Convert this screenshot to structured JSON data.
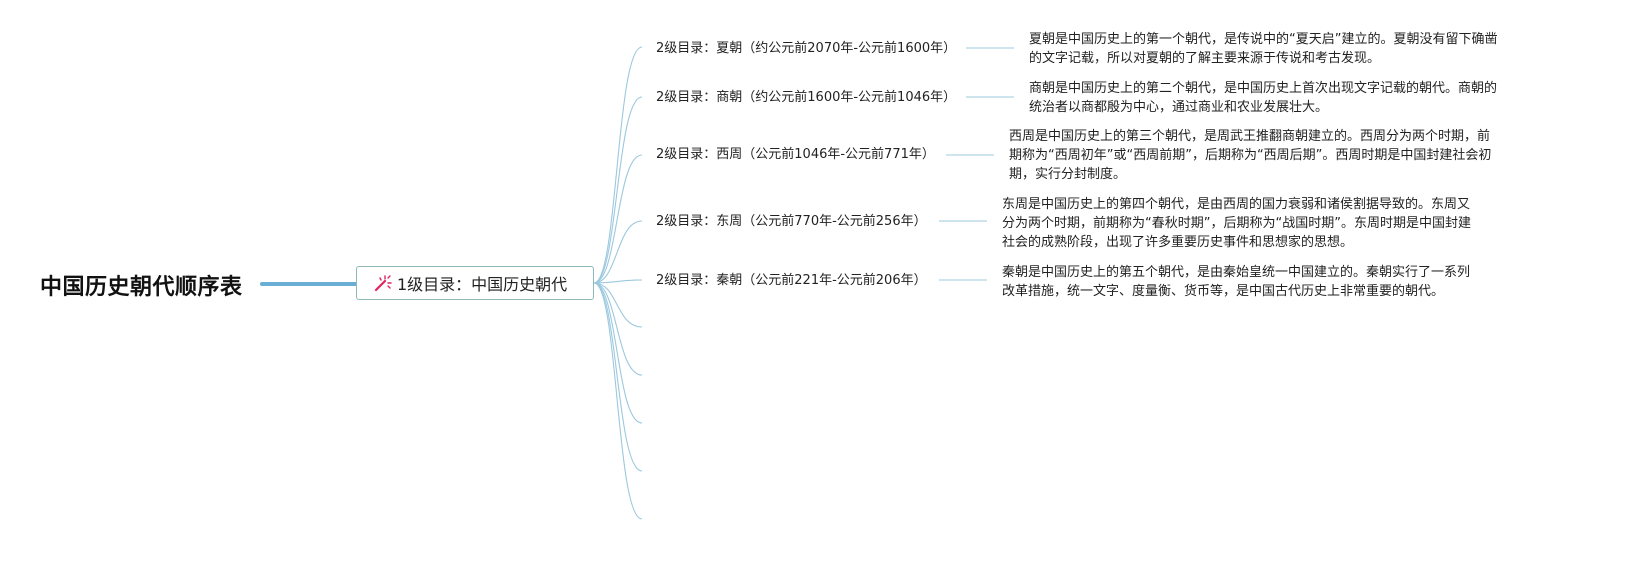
{
  "colors": {
    "root_connector": "#6aaed6",
    "branch_line": "#9cc8de",
    "node_border": "#8fb8b8",
    "wand_accent": "#e0245e"
  },
  "root": {
    "title": "中国历史朝代顺序表"
  },
  "level1": {
    "icon": "magic-wand-icon",
    "label": "1级目录：中国历史朝代"
  },
  "level2": [
    {
      "label": "2级目录：夏朝（约公元前2070年-公元前1600年）",
      "description": "夏朝是中国历史上的第一个朝代，是传说中的“夏天启”建立的。夏朝没有留下确凿的文字记载，所以对夏朝的了解主要来源于传说和考古发现。"
    },
    {
      "label": "2级目录：商朝（约公元前1600年-公元前1046年）",
      "description": "商朝是中国历史上的第二个朝代，是中国历史上首次出现文字记载的朝代。商朝的统治者以商都殷为中心，通过商业和农业发展壮大。"
    },
    {
      "label": "2级目录：西周（公元前1046年-公元前771年）",
      "description": "西周是中国历史上的第三个朝代，是周武王推翻商朝建立的。西周分为两个时期，前期称为“西周初年”或“西周前期”，后期称为“西周后期”。西周时期是中国封建社会初期，实行分封制度。"
    },
    {
      "label": "2级目录：东周（公元前770年-公元前256年）",
      "description": "东周是中国历史上的第四个朝代，是由西周的国力衰弱和诸侯割据导致的。东周又分为两个时期，前期称为“春秋时期”，后期称为“战国时期”。东周时期是中国封建社会的成熟阶段，出现了许多重要历史事件和思想家的思想。"
    },
    {
      "label": "2级目录：秦朝（公元前221年-公元前206年）",
      "description": "秦朝是中国历史上的第五个朝代，是由秦始皇统一中国建立的。秦朝实行了一系列改革措施，统一文字、度量衡、货币等，是中国古代历史上非常重要的朝代。"
    }
  ]
}
